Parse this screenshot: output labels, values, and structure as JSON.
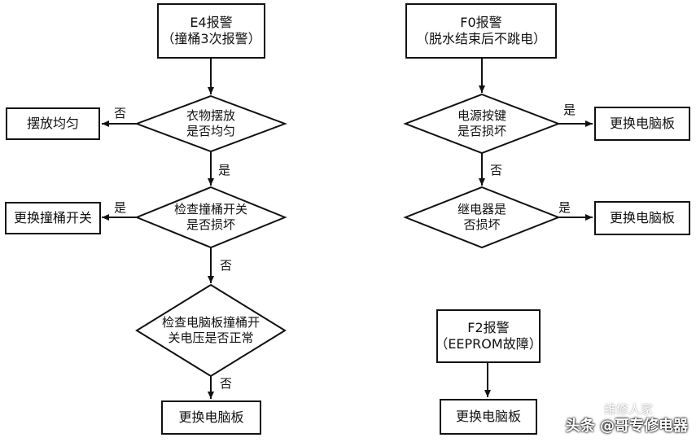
{
  "flow_e4": {
    "start_line1": "E4报警",
    "start_line2": "（撞桶3次报警）",
    "q1_line1": "衣物摆放",
    "q1_line2": "是否均匀",
    "r1": "摆放均匀",
    "q1_no": "否",
    "q1_yes": "是",
    "q2_line1": "检查撞桶开关",
    "q2_line2": "是否损坏",
    "r2": "更换撞桶开关",
    "q2_yes": "是",
    "q2_no": "否",
    "q3_line1": "检查电脑板撞桶开",
    "q3_line2": "关电压是否正常",
    "q3_no": "否",
    "r3": "更换电脑板"
  },
  "flow_f0": {
    "start_line1": "F0报警",
    "start_line2": "（脱水结束后不跳电）",
    "q1_line1": "电源按键",
    "q1_line2": "是否损坏",
    "q1_yes": "是",
    "r1": "更换电脑板",
    "q1_no": "否",
    "q2_line1": "继电器是",
    "q2_line2": "否损坏",
    "q2_yes": "是",
    "r2": "更换电脑板"
  },
  "flow_f2": {
    "start_line1": "F2报警",
    "start_line2": "（EEPROM故障）",
    "r1": "更换电脑板"
  },
  "watermark": {
    "text1": "头条 @哥专修电器",
    "text2": "维修人家"
  },
  "colors": {
    "line": "#111111",
    "background": "#ffffff"
  }
}
